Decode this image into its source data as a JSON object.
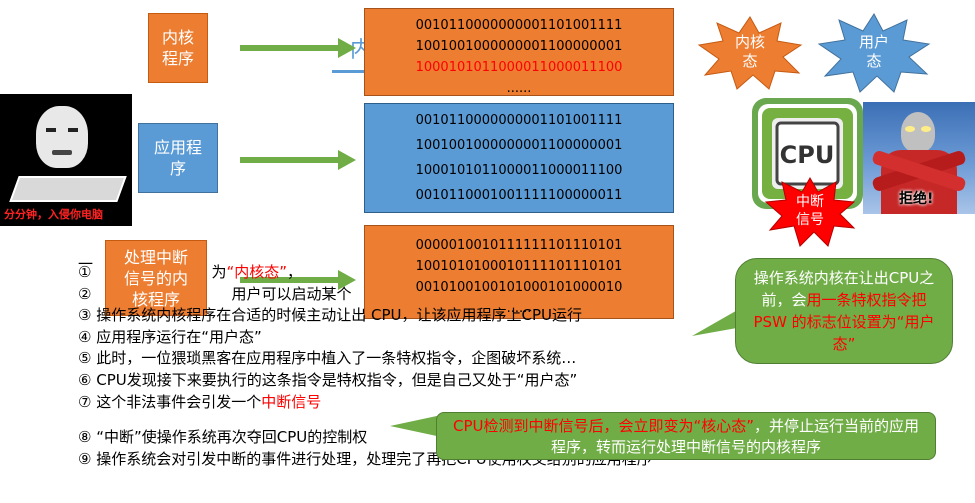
{
  "programs": {
    "kernel": "内核\n程序",
    "app": "应用程序",
    "interrupt_handler": "处理中断\n信号的内\n核程序"
  },
  "title_fragment": "内",
  "code_boxes": {
    "kernel": [
      "0010110000000001101001111",
      "1001001000000001100000001",
      "1000101011000011000011100",
      "......"
    ],
    "app": [
      "0010110000000001101001111",
      "1001001000000001100000001",
      "1000101011000011000011100",
      "0010110001001111100000011"
    ],
    "interrupt": [
      "0000010010111111101110101",
      "1001010100010111101110101",
      "0010100100101000101000010",
      "......"
    ]
  },
  "states": {
    "kernel": "内核\n态",
    "user": "用户\n态"
  },
  "cpu": {
    "chip_label": "CPU",
    "interrupt_signal": "中断\n信号",
    "refuse": "拒绝!",
    "meme_caption": "分分钟，入侵你电脑"
  },
  "callouts": {
    "right_plain_1": "操作系统内核在让出CPU之前，会",
    "right_red": "用一条特权指令把 PSW 的标志位设置为“用户态”",
    "bottom_red_1": "CPU检测到中断信号后，会立即",
    "bottom_red_2": "变为“核心态”",
    "bottom_plain": "，并停止运行当前的应用程序，转而运行处理中断信号的内核程序"
  },
  "steps": {
    "heading": "一",
    "s1_prefix": "①",
    "s1_mid": "为",
    "s1_red": "“内核态”",
    "s1_tail": "，",
    "s2_prefix": "②",
    "s2_text": "用户可以启动某个",
    "s3": "③ 操作系统内核程序在合适的时候主动让出 CPU，让该应用程序上CPU运行",
    "s4": "④ 应用程序运行在“用户态”",
    "s5": "⑤ 此时，一位猥琐黑客在应用程序中植入了一条特权指令，企图破坏系统…",
    "s6": "⑥ CPU发现接下来要执行的这条指令是特权指令，但是自己又处于“用户态”",
    "s7_plain": "⑦ 这个非法事件会引发一个",
    "s7_red": "中断信号",
    "s8": "⑧ “中断”使操作系统再次夺回CPU的控制权",
    "s9": "⑨ 操作系统会对引发中断的事件进行处理，处理完了再把CPU使用权交给别的应用程序"
  },
  "colors": {
    "orange": "#ED7D31",
    "blue": "#5B9BD5",
    "green": "#70AD47",
    "red": "#FF0000",
    "arrow_green": "#70AD47"
  }
}
